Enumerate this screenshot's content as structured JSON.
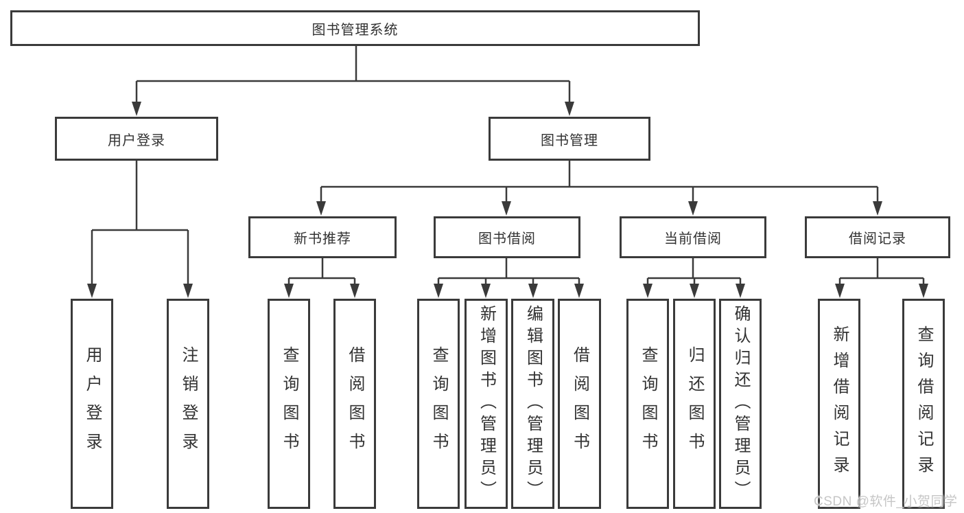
{
  "diagram_type": "tree",
  "root": {
    "label": "图书管理系统"
  },
  "branches": {
    "user_login": {
      "label": "用户登录",
      "children": [
        {
          "label": "用户登录"
        },
        {
          "label": "注销登录"
        }
      ]
    },
    "book_management": {
      "label": "图书管理",
      "children": [
        {
          "label": "新书推荐",
          "children": [
            {
              "label": "查询图书"
            },
            {
              "label": "借阅图书"
            }
          ]
        },
        {
          "label": "图书借阅",
          "children": [
            {
              "label": "查询图书"
            },
            {
              "label": "新增图书（管理员）"
            },
            {
              "label": "编辑图书（管理员）"
            },
            {
              "label": "借阅图书"
            }
          ]
        },
        {
          "label": "当前借阅",
          "children": [
            {
              "label": "查询图书"
            },
            {
              "label": "归还图书"
            },
            {
              "label": "确认归还（管理员）"
            }
          ]
        },
        {
          "label": "借阅记录",
          "children": [
            {
              "label": "新增借阅记录"
            },
            {
              "label": "查询借阅记录"
            }
          ]
        }
      ]
    }
  },
  "watermark": {
    "text": "CSDN @软件_小贺同学"
  },
  "colors": {
    "line": "#3a3a3a",
    "box_border": "#3a3a3a",
    "box_fill": "#ffffff",
    "text": "#323232",
    "watermark": "#c6c6c6"
  }
}
